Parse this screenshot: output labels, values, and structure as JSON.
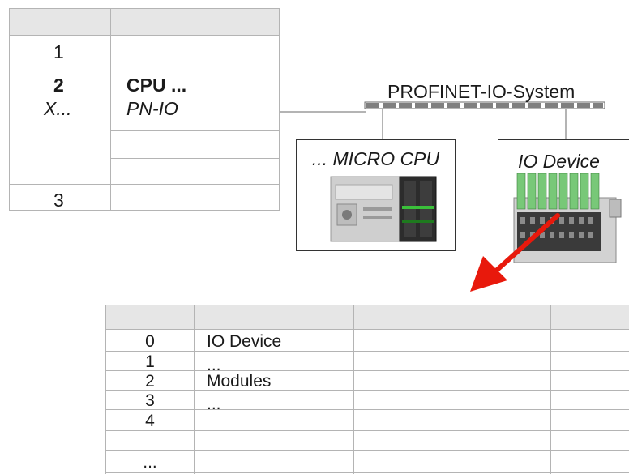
{
  "rack_table": {
    "rows": [
      {
        "slot": "1",
        "module": ""
      },
      {
        "slot": "2",
        "module": "CPU ...",
        "sub_slot": "X...",
        "sub_module": "PN-IO"
      },
      {
        "slot": "3",
        "module": ""
      }
    ]
  },
  "network": {
    "bus_label": "PROFINET-IO-System",
    "devices": [
      {
        "label": "... MICRO CPU"
      },
      {
        "label": "IO Device"
      }
    ],
    "bus_color": "#7f7f7f",
    "arrow_color": "#e8190c"
  },
  "device_table": {
    "rows": [
      {
        "slot": "0",
        "module": "IO Device"
      },
      {
        "slot": "1",
        "module": "..."
      },
      {
        "slot": "2",
        "module": "Modules"
      },
      {
        "slot": "3",
        "module": "..."
      },
      {
        "slot": "4",
        "module": ""
      },
      {
        "slot": "...",
        "module": ""
      }
    ]
  }
}
